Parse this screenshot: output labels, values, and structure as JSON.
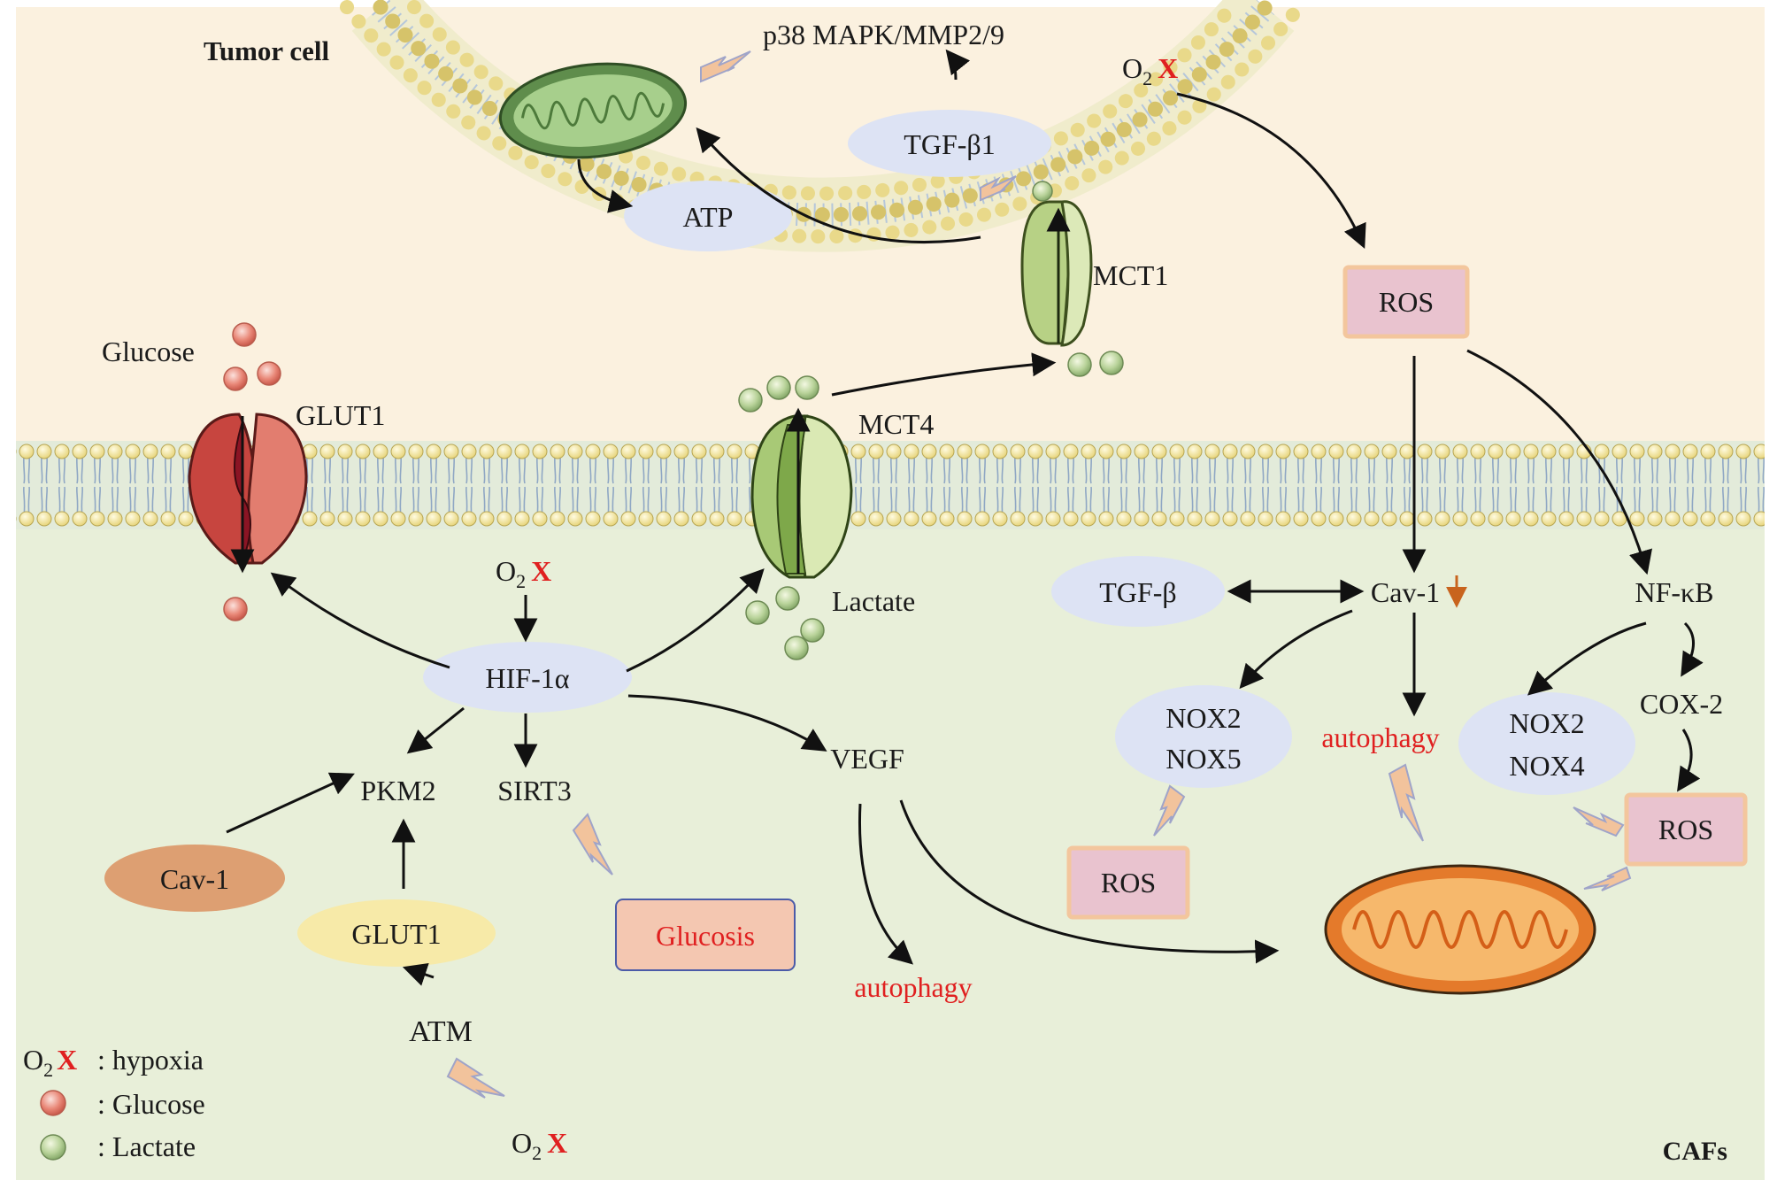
{
  "regions": {
    "tumor_cell": "Tumor cell",
    "cafs": "CAFs"
  },
  "o2x": {
    "o2": "O",
    "sub": "2",
    "x": "X"
  },
  "top": {
    "p38": "p38 MAPK/MMP2/9",
    "tgfb1": "TGF-β1",
    "atp": "ATP",
    "mct1": "MCT1",
    "ros": "ROS"
  },
  "middle": {
    "glucose": "Glucose",
    "glut1": "GLUT1",
    "mct4": "MCT4",
    "lactate": "Lactate"
  },
  "lower_left": {
    "hif": "HIF-1α",
    "pkm2": "PKM2",
    "sirt3": "SIRT3",
    "vegf": "VEGF",
    "cav1": "Cav-1",
    "glut1": "GLUT1",
    "atm": "ATM",
    "glucosis": "Glucosis",
    "autophagy": "autophagy"
  },
  "lower_right": {
    "tgfb": "TGF-β",
    "cav1": "Cav-1",
    "nfkb": "NF-κB",
    "nox25": [
      "NOX2",
      "NOX5"
    ],
    "nox24": [
      "NOX2",
      "NOX4"
    ],
    "cox2": "COX-2",
    "autophagy": "autophagy",
    "ros_left": "ROS",
    "ros_right": "ROS"
  },
  "legend": {
    "hypoxia": ": hypoxia",
    "glucose": ": Glucose",
    "lactate": ": Lactate"
  },
  "colors": {
    "tumor_bg": "#fbf1df",
    "caf_bg": "#e8efd9",
    "node_ellipse": "#dde3f4",
    "ros_box": "#e9c3cf",
    "glucosis_box": "#f4c7b1",
    "cav1_ellipse": "#dd9f72",
    "glut1_ellipse": "#f7eaa8",
    "autophagy_text": "#e02020",
    "mito_orange": "#f0a055",
    "mito_green": "#84b06c"
  }
}
